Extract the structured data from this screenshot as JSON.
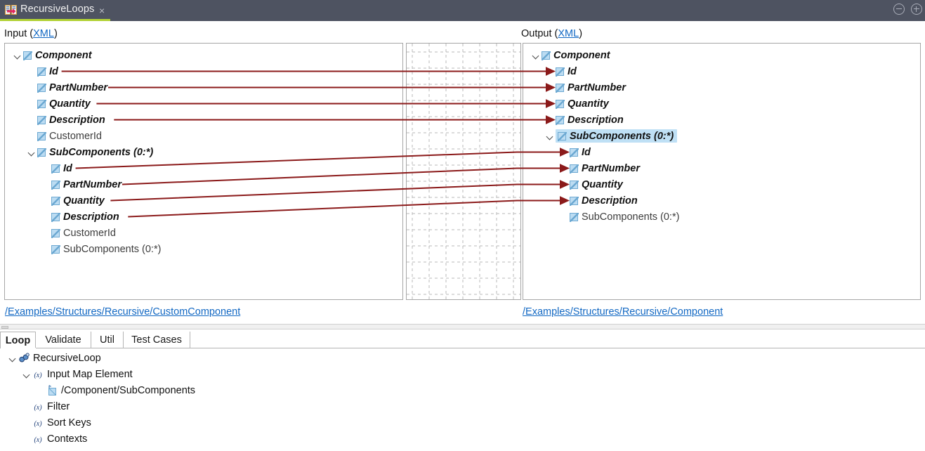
{
  "window": {
    "tab_title": "RecursiveLoops",
    "tab_icon": "mapping-file-icon",
    "close_label": "×",
    "minimize_label": "minus-circle-icon",
    "maximize_label": "plus-circle-icon",
    "accent_color": "#b2d235",
    "titlebar_color": "#4e5361"
  },
  "headers": {
    "input_prefix": "Input (",
    "input_link": "XML",
    "input_suffix": ")",
    "output_prefix": "Output (",
    "output_link": "XML",
    "output_suffix": ")"
  },
  "input_tree": {
    "path": "/Examples/Structures/Recursive/CustomComponent",
    "nodes": [
      {
        "label": "Component",
        "depth": 0,
        "expanded": true,
        "mapped": true,
        "connected": false
      },
      {
        "label": "Id",
        "depth": 1,
        "expanded": null,
        "mapped": true,
        "connected": true
      },
      {
        "label": "PartNumber",
        "depth": 1,
        "expanded": null,
        "mapped": true,
        "connected": true
      },
      {
        "label": "Quantity",
        "depth": 1,
        "expanded": null,
        "mapped": true,
        "connected": true
      },
      {
        "label": "Description",
        "depth": 1,
        "expanded": null,
        "mapped": true,
        "connected": true
      },
      {
        "label": "CustomerId",
        "depth": 1,
        "expanded": null,
        "mapped": false,
        "connected": false
      },
      {
        "label": "SubComponents (0:*)",
        "depth": 1,
        "expanded": true,
        "mapped": true,
        "connected": false
      },
      {
        "label": "Id",
        "depth": 2,
        "expanded": null,
        "mapped": true,
        "connected": true
      },
      {
        "label": "PartNumber",
        "depth": 2,
        "expanded": null,
        "mapped": true,
        "connected": true
      },
      {
        "label": "Quantity",
        "depth": 2,
        "expanded": null,
        "mapped": true,
        "connected": true
      },
      {
        "label": "Description",
        "depth": 2,
        "expanded": null,
        "mapped": true,
        "connected": true
      },
      {
        "label": "CustomerId",
        "depth": 2,
        "expanded": null,
        "mapped": false,
        "connected": false
      },
      {
        "label": "SubComponents (0:*)",
        "depth": 2,
        "expanded": null,
        "mapped": false,
        "connected": false
      }
    ]
  },
  "output_tree": {
    "path": "/Examples/Structures/Recursive/Component",
    "nodes": [
      {
        "label": "Component",
        "depth": 0,
        "expanded": true,
        "mapped": true,
        "connected": false,
        "selected": false
      },
      {
        "label": "Id",
        "depth": 1,
        "expanded": null,
        "mapped": true,
        "connected": true,
        "selected": false
      },
      {
        "label": "PartNumber",
        "depth": 1,
        "expanded": null,
        "mapped": true,
        "connected": true,
        "selected": false
      },
      {
        "label": "Quantity",
        "depth": 1,
        "expanded": null,
        "mapped": true,
        "connected": true,
        "selected": false
      },
      {
        "label": "Description",
        "depth": 1,
        "expanded": null,
        "mapped": true,
        "connected": true,
        "selected": false
      },
      {
        "label": "SubComponents (0:*)",
        "depth": 1,
        "expanded": true,
        "mapped": true,
        "connected": false,
        "selected": true
      },
      {
        "label": "Id",
        "depth": 2,
        "expanded": null,
        "mapped": true,
        "connected": true,
        "selected": false
      },
      {
        "label": "PartNumber",
        "depth": 2,
        "expanded": null,
        "mapped": true,
        "connected": true,
        "selected": false
      },
      {
        "label": "Quantity",
        "depth": 2,
        "expanded": null,
        "mapped": true,
        "connected": true,
        "selected": false
      },
      {
        "label": "Description",
        "depth": 2,
        "expanded": null,
        "mapped": true,
        "connected": true,
        "selected": false
      },
      {
        "label": "SubComponents (0:*)",
        "depth": 2,
        "expanded": null,
        "mapped": false,
        "connected": false,
        "selected": false
      }
    ]
  },
  "mapping_lines": {
    "color": "#8b1a1a",
    "links": [
      {
        "from": "Component/Id",
        "to": "Component/Id",
        "style": "straight"
      },
      {
        "from": "Component/PartNumber",
        "to": "Component/PartNumber",
        "style": "straight"
      },
      {
        "from": "Component/Quantity",
        "to": "Component/Quantity",
        "style": "straight"
      },
      {
        "from": "Component/Description",
        "to": "Component/Description",
        "style": "straight"
      },
      {
        "from": "Component/SubComponents/Id",
        "to": "Component/SubComponents/Id",
        "style": "diagonal"
      },
      {
        "from": "Component/SubComponents/PartNumber",
        "to": "Component/SubComponents/PartNumber",
        "style": "diagonal"
      },
      {
        "from": "Component/SubComponents/Quantity",
        "to": "Component/SubComponents/Quantity",
        "style": "diagonal"
      },
      {
        "from": "Component/SubComponents/Description",
        "to": "Component/SubComponents/Description",
        "style": "diagonal"
      }
    ]
  },
  "bottom_tabs": [
    {
      "label": "Loop",
      "active": true
    },
    {
      "label": "Validate",
      "active": false
    },
    {
      "label": "Util",
      "active": false
    },
    {
      "label": "Test Cases",
      "active": false
    }
  ],
  "bottom_tree": [
    {
      "label": "RecursiveLoop",
      "depth": 0,
      "expanded": true,
      "icon": "loop-icon"
    },
    {
      "label": "Input Map Element",
      "depth": 1,
      "expanded": true,
      "icon": "fx-icon"
    },
    {
      "label": "/Component/SubComponents",
      "depth": 2,
      "expanded": null,
      "icon": "element-ref-icon"
    },
    {
      "label": "Filter",
      "depth": 1,
      "expanded": null,
      "icon": "fx-icon"
    },
    {
      "label": "Sort Keys",
      "depth": 1,
      "expanded": null,
      "icon": "fx-icon"
    },
    {
      "label": "Contexts",
      "depth": 1,
      "expanded": null,
      "icon": "fx-icon"
    }
  ]
}
